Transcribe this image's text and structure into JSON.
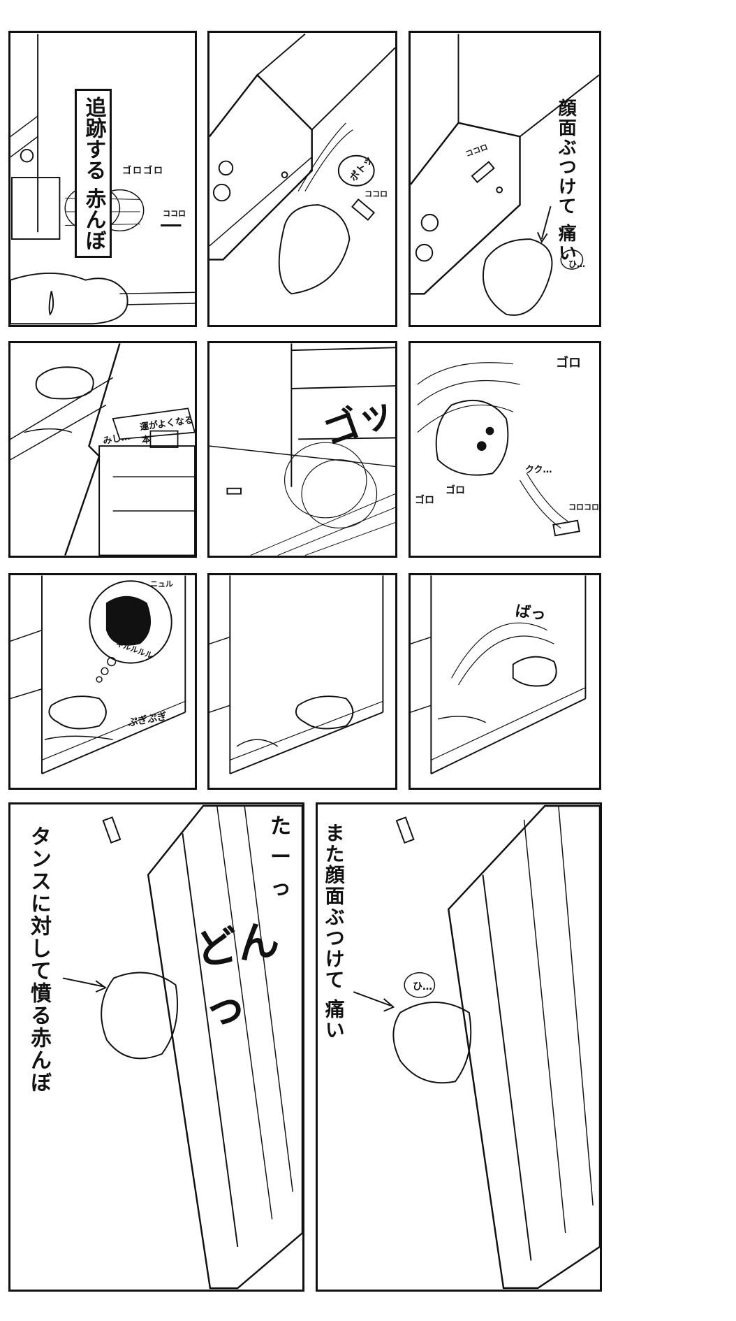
{
  "row1": {
    "panel1": {
      "caption_line1": "追跡する",
      "caption_line2": "赤んぼ",
      "sfx_goro": "ゴロゴロ",
      "sfx_koro": "ココロ"
    },
    "panel2": {
      "sfx_poto": "ポトッ",
      "sfx_koro": "ココロ"
    },
    "panel3": {
      "caption_line1": "顔面ぶつけて",
      "caption_line2": "痛い",
      "sfx_koro": "ココロ",
      "bubble": "ひ…"
    }
  },
  "row2": {
    "panel1": {
      "book_label": "運がよくなる本",
      "sfx_mishi": "みし…"
    },
    "panel2": {
      "sfx_gotsu": "ゴッ"
    },
    "panel3": {
      "sfx_goro1": "ゴロ",
      "sfx_goro2": "ゴロ",
      "sfx_goro3": "ゴロ",
      "sfx_kuku": "クク…",
      "sfx_koro": "コロコロ"
    }
  },
  "row3": {
    "panel1": {
      "sfx_nuru": "ニュル",
      "sfx_gururu": "ギルルルル",
      "sfx_pugi": "ぷぎぷぎ"
    },
    "panel2": {},
    "panel3": {
      "sfx_ba": "ばっ"
    }
  },
  "row4": {
    "panel1": {
      "caption": "タンスに対して憤る赤んぼ",
      "sfx_taa": "たーっ",
      "sfx_don": "どんっ"
    },
    "panel2": {
      "caption_line1": "また顔面ぶつけて",
      "caption_line2": "痛い",
      "bubble": "ひ…"
    }
  }
}
